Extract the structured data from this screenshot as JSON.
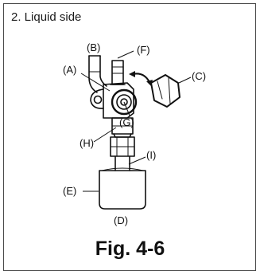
{
  "heading": "2. Liquid side",
  "caption": "Fig. 4-6",
  "labels": {
    "a": "(A)",
    "b": "(B)",
    "c": "(C)",
    "d": "(D)",
    "e": "(E)",
    "f": "(F)",
    "g": "(G)",
    "h": "(H)",
    "i": "(I)"
  }
}
